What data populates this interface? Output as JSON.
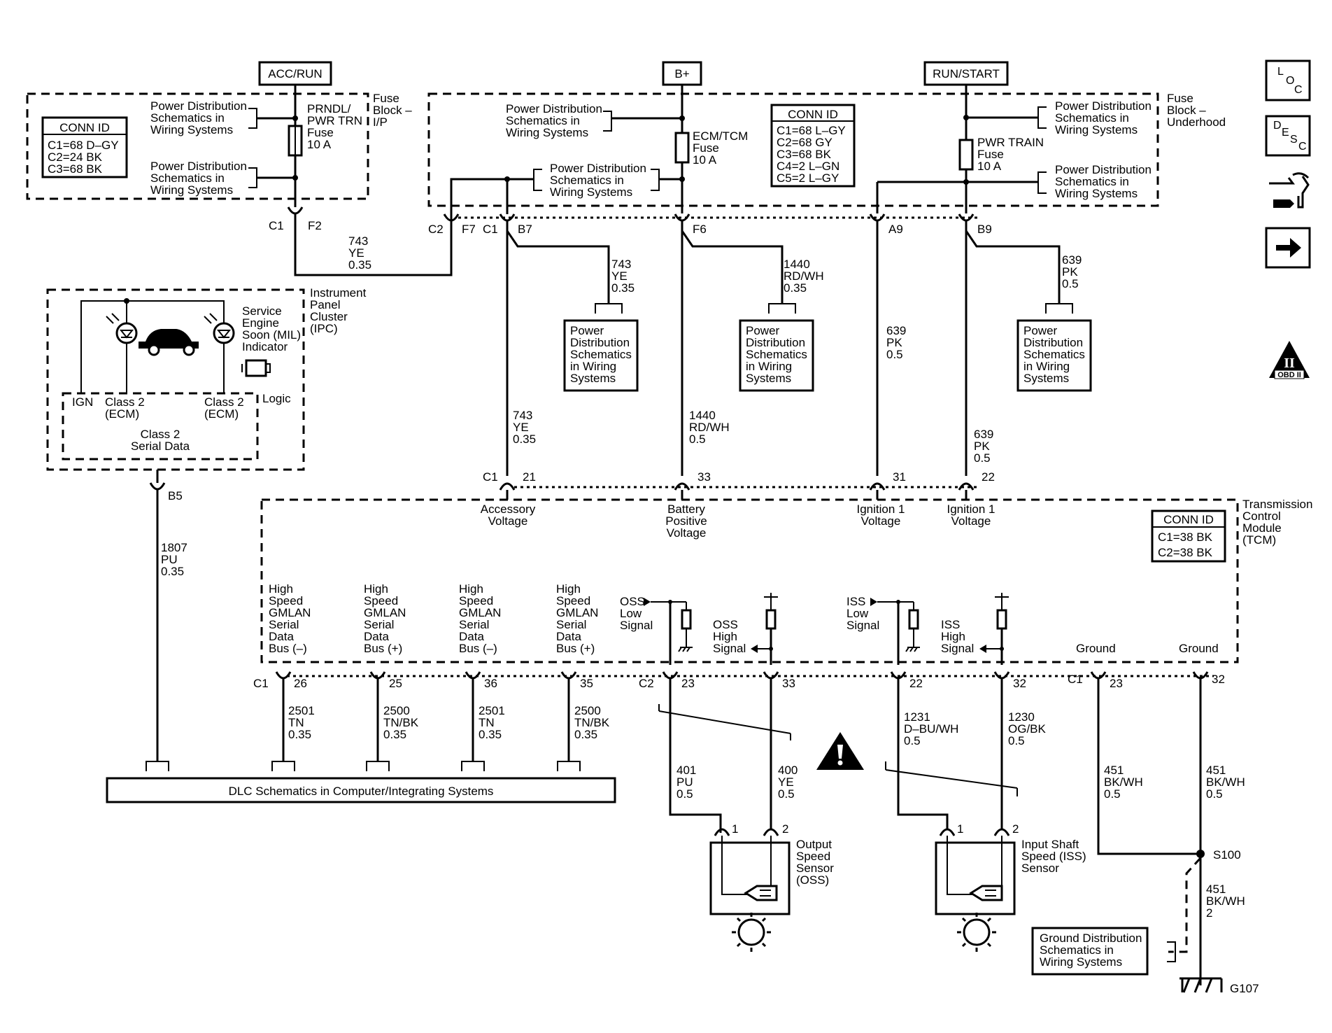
{
  "supplies": {
    "acc_run": "ACC/RUN",
    "b_plus": "B+",
    "run_start": "RUN/START"
  },
  "fuse_block_ip": {
    "title": [
      "Fuse",
      "Block –",
      "I/P"
    ],
    "conn_title": "CONN ID",
    "conn": [
      "C1=68 D–GY",
      "C2=24 BK",
      "C3=68 BK"
    ],
    "pd_top": [
      "Power Distribution",
      "Schematics in",
      "Wiring Systems"
    ],
    "pd_bottom": [
      "Power Distribution",
      "Schematics in",
      "Wiring Systems"
    ],
    "fuse": [
      "PRNDL/",
      "PWR TRN",
      "Fuse",
      "10 A"
    ],
    "conn_left": "C1",
    "pin": "F2"
  },
  "fuse_block_uh": {
    "title": [
      "Fuse",
      "Block –",
      "Underhood"
    ],
    "conn_title": "CONN ID",
    "conn": [
      "C1=68 L–GY",
      "C2=68 GY",
      "C3=68 BK",
      "C4=2 L–GN",
      "C5=2 L–GY"
    ],
    "pd_top_left": [
      "Power Distribution",
      "Schematics in",
      "Wiring Systems"
    ],
    "pd_mid_left": [
      "Power Distribution",
      "Schematics in",
      "Wiring Systems"
    ],
    "pd_top_right": [
      "Power Distribution",
      "Schematics in",
      "Wiring Systems"
    ],
    "pd_mid_right": [
      "Power Distribution",
      "Schematics in",
      "Wiring Systems"
    ],
    "fuse_ecm": [
      "ECM/TCM",
      "Fuse",
      "10 A"
    ],
    "fuse_pwr": [
      "PWR TRAIN",
      "Fuse",
      "10 A"
    ],
    "pins": [
      "C2",
      "F7",
      "C1",
      "B7",
      "F6",
      "A9",
      "B9"
    ]
  },
  "wires": {
    "w743a": [
      "743",
      "YE",
      "0.35"
    ],
    "w743b": [
      "743",
      "YE",
      "0.35"
    ],
    "w743c": [
      "743",
      "YE",
      "0.35"
    ],
    "w1440a": [
      "1440",
      "RD/WH",
      "0.35"
    ],
    "w1440b": [
      "1440",
      "RD/WH",
      "0.5"
    ],
    "w639a": [
      "639",
      "PK",
      "0.5"
    ],
    "w639b": [
      "639",
      "PK",
      "0.5"
    ],
    "w639c": [
      "639",
      "PK",
      "0.5"
    ],
    "w1807": [
      "1807",
      "PU",
      "0.35"
    ],
    "w2501a": [
      "2501",
      "TN",
      "0.35"
    ],
    "w2500a": [
      "2500",
      "TN/BK",
      "0.35"
    ],
    "w2501b": [
      "2501",
      "TN",
      "0.35"
    ],
    "w2500b": [
      "2500",
      "TN/BK",
      "0.35"
    ],
    "w401": [
      "401",
      "PU",
      "0.5"
    ],
    "w400": [
      "400",
      "YE",
      "0.5"
    ],
    "w1231": [
      "1231",
      "D–BU/WH",
      "0.5"
    ],
    "w1230": [
      "1230",
      "OG/BK",
      "0.5"
    ],
    "w451a": [
      "451",
      "BK/WH",
      "0.5"
    ],
    "w451b": [
      "451",
      "BK/WH",
      "0.5"
    ],
    "w451c": [
      "451",
      "BK/WH",
      "2"
    ]
  },
  "pd_boxes": {
    "box1": [
      "Power",
      "Distribution",
      "Schematics",
      "in Wiring",
      "Systems"
    ],
    "box2": [
      "Power",
      "Distribution",
      "Schematics",
      "in Wiring",
      "Systems"
    ],
    "box3": [
      "Power",
      "Distribution",
      "Schematics",
      "in Wiring",
      "Systems"
    ]
  },
  "ipc": {
    "title": [
      "Instrument",
      "Panel",
      "Cluster",
      "(IPC)"
    ],
    "indicator": [
      "Service",
      "Engine",
      "Soon (MIL)",
      "Indicator"
    ],
    "ign": "IGN",
    "class2_left": [
      "Class 2",
      "(ECM)"
    ],
    "class2_right": [
      "Class 2",
      "(ECM)"
    ],
    "logic": "Logic",
    "serial": [
      "Class 2",
      "Serial Data"
    ],
    "pin": "B5"
  },
  "tcm": {
    "title": [
      "Transmission",
      "Control",
      "Module",
      "(TCM)"
    ],
    "conn_title": "CONN ID",
    "conn": [
      "C1=38 BK",
      "C2=38 BK"
    ],
    "top_pins": [
      "C1",
      "21",
      "33",
      "31",
      "22"
    ],
    "inputs": {
      "accessory": [
        "Accessory",
        "Voltage"
      ],
      "battery": [
        "Battery",
        "Positive",
        "Voltage"
      ],
      "ign1a": [
        "Ignition 1",
        "Voltage"
      ],
      "ign1b": [
        "Ignition 1",
        "Voltage"
      ]
    },
    "gmlan1": [
      "High",
      "Speed",
      "GMLAN",
      "Serial",
      "Data",
      "Bus (–)"
    ],
    "gmlan2": [
      "High",
      "Speed",
      "GMLAN",
      "Serial",
      "Data",
      "Bus (+)"
    ],
    "gmlan3": [
      "High",
      "Speed",
      "GMLAN",
      "Serial",
      "Data",
      "Bus (–)"
    ],
    "gmlan4": [
      "High",
      "Speed",
      "GMLAN",
      "Serial",
      "Data",
      "Bus (+)"
    ],
    "oss_low": [
      "OSS",
      "Low",
      "Signal"
    ],
    "oss_high": [
      "OSS",
      "High",
      "Signal"
    ],
    "iss_low": [
      "ISS",
      "Low",
      "Signal"
    ],
    "iss_high": [
      "ISS",
      "High",
      "Signal"
    ],
    "ground1": "Ground",
    "ground2": "Ground",
    "bottom_pins": [
      "C1",
      "26",
      "25",
      "36",
      "35",
      "C2",
      "23",
      "33",
      "22",
      "32",
      "C1",
      "23",
      "32"
    ]
  },
  "dlc": "DLC Schematics in Computer/Integrating Systems",
  "oss_sensor": {
    "label": [
      "Output",
      "Speed",
      "Sensor",
      "(OSS)"
    ],
    "pins": [
      "1",
      "2"
    ]
  },
  "iss_sensor": {
    "label": [
      "Input Shaft",
      "Speed (ISS)",
      "Sensor"
    ],
    "pins": [
      "1",
      "2"
    ]
  },
  "splice": "S100",
  "ground_dist": [
    "Ground Distribution",
    "Schematics in",
    "Wiring Systems"
  ],
  "ground_id": "G107",
  "side_icons": {
    "loc": [
      "L",
      "O",
      "C"
    ],
    "desc": [
      "D",
      "E",
      "S",
      "C"
    ],
    "obd": "OBD II",
    "obd_numeral": "II"
  }
}
